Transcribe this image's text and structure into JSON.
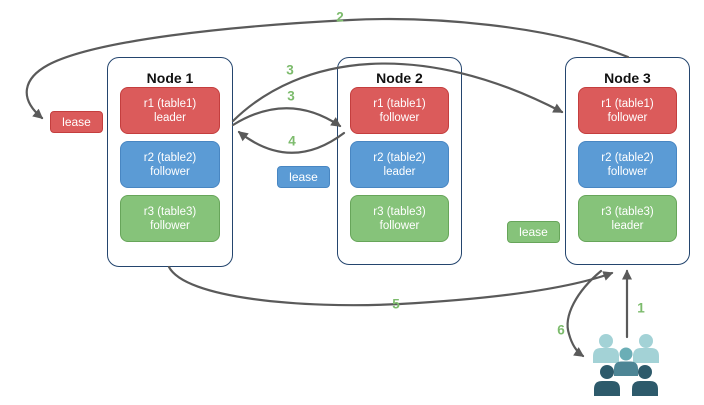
{
  "diagram": {
    "nodes": [
      {
        "title": "Node 1",
        "replicas": [
          {
            "name": "r1 (table1)",
            "role": "leader",
            "color": "red"
          },
          {
            "name": "r2 (table2)",
            "role": "follower",
            "color": "blue"
          },
          {
            "name": "r3 (table3)",
            "role": "follower",
            "color": "green"
          }
        ]
      },
      {
        "title": "Node 2",
        "replicas": [
          {
            "name": "r1 (table1)",
            "role": "follower",
            "color": "red"
          },
          {
            "name": "r2 (table2)",
            "role": "leader",
            "color": "blue"
          },
          {
            "name": "r3 (table3)",
            "role": "follower",
            "color": "green"
          }
        ]
      },
      {
        "title": "Node 3",
        "replicas": [
          {
            "name": "r1 (table1)",
            "role": "follower",
            "color": "red"
          },
          {
            "name": "r2 (table2)",
            "role": "follower",
            "color": "blue"
          },
          {
            "name": "r3 (table3)",
            "role": "leader",
            "color": "green"
          }
        ]
      }
    ],
    "leases": [
      {
        "label": "lease",
        "color": "red"
      },
      {
        "label": "lease",
        "color": "blue"
      },
      {
        "label": "lease",
        "color": "green"
      }
    ],
    "arrows": [
      {
        "label": "1",
        "from": "users",
        "to": "node3-bottom"
      },
      {
        "label": "2",
        "from": "node3-top",
        "to": "lease-red"
      },
      {
        "label": "3",
        "from": "node1-r1",
        "to": "node3-r1"
      },
      {
        "label": "3",
        "from": "node1-r1",
        "to": "node2-r1"
      },
      {
        "label": "4",
        "from": "node2-r1",
        "to": "node1-r1"
      },
      {
        "label": "5",
        "from": "node1-bottom",
        "to": "node3-bottom"
      },
      {
        "label": "6",
        "from": "node3-bottom",
        "to": "users"
      }
    ],
    "users_icon": "users-group",
    "colors": {
      "replica_red": "#db5b5b",
      "replica_blue": "#5b9bd5",
      "replica_green": "#86c37a",
      "node_border": "#24456e",
      "arrow": "#5a5a5a",
      "step_label": "#7cbb6c",
      "users_light": "#a3d2d6",
      "users_medium_head": "#6baeb6",
      "users_medium_body": "#4d8595",
      "users_dark": "#2d5a6b"
    }
  }
}
